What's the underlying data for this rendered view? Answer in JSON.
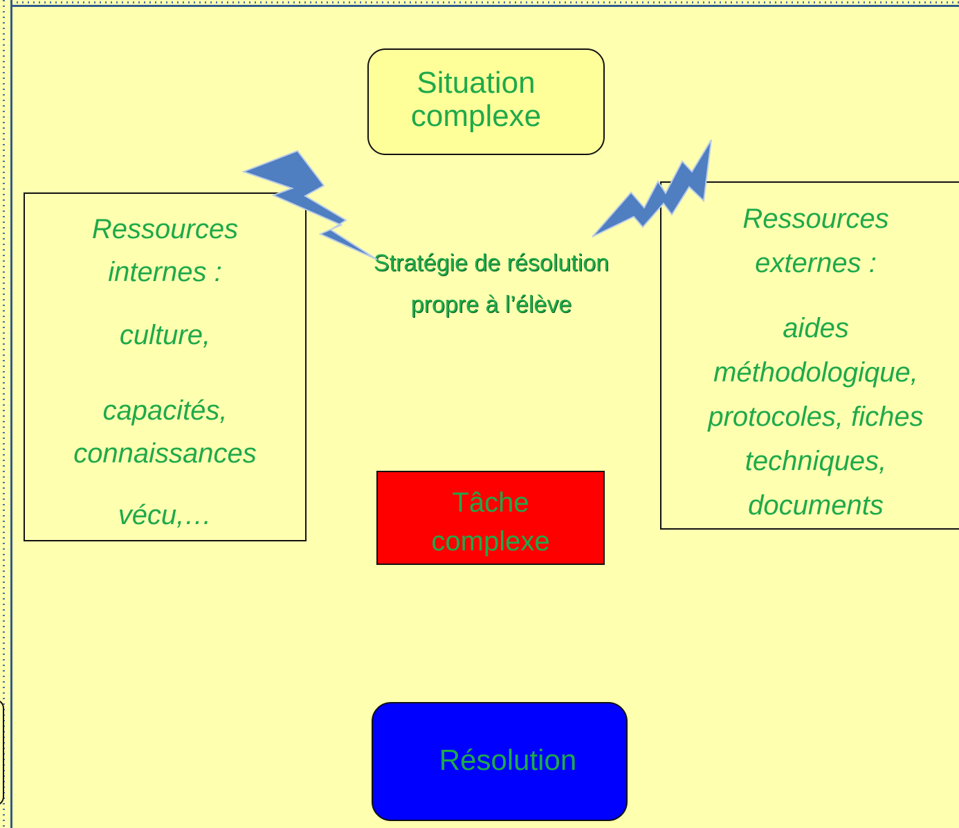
{
  "situation": {
    "lines": [
      "Situation",
      "complexe"
    ]
  },
  "internal_resources": {
    "lines": [
      "Ressources",
      "internes :",
      "culture,",
      "capacités,",
      "connaissances",
      "vécu,…"
    ]
  },
  "external_resources": {
    "lines": [
      "Ressources",
      "externes :",
      "aides",
      "méthodologique,",
      "protocoles, fiches",
      "techniques,",
      "documents"
    ]
  },
  "strategy": {
    "lines": [
      "Stratégie de résolution",
      "propre à l’élève"
    ]
  },
  "task": {
    "lines": [
      "Tâche",
      "complexe"
    ]
  },
  "resolution": {
    "label": "Résolution"
  },
  "colors": {
    "background": "#ffffb0",
    "text": "#1fa94a",
    "task_fill": "#ff0000",
    "resolution_fill": "#0000ff",
    "bolt": "#4f7ec1"
  }
}
